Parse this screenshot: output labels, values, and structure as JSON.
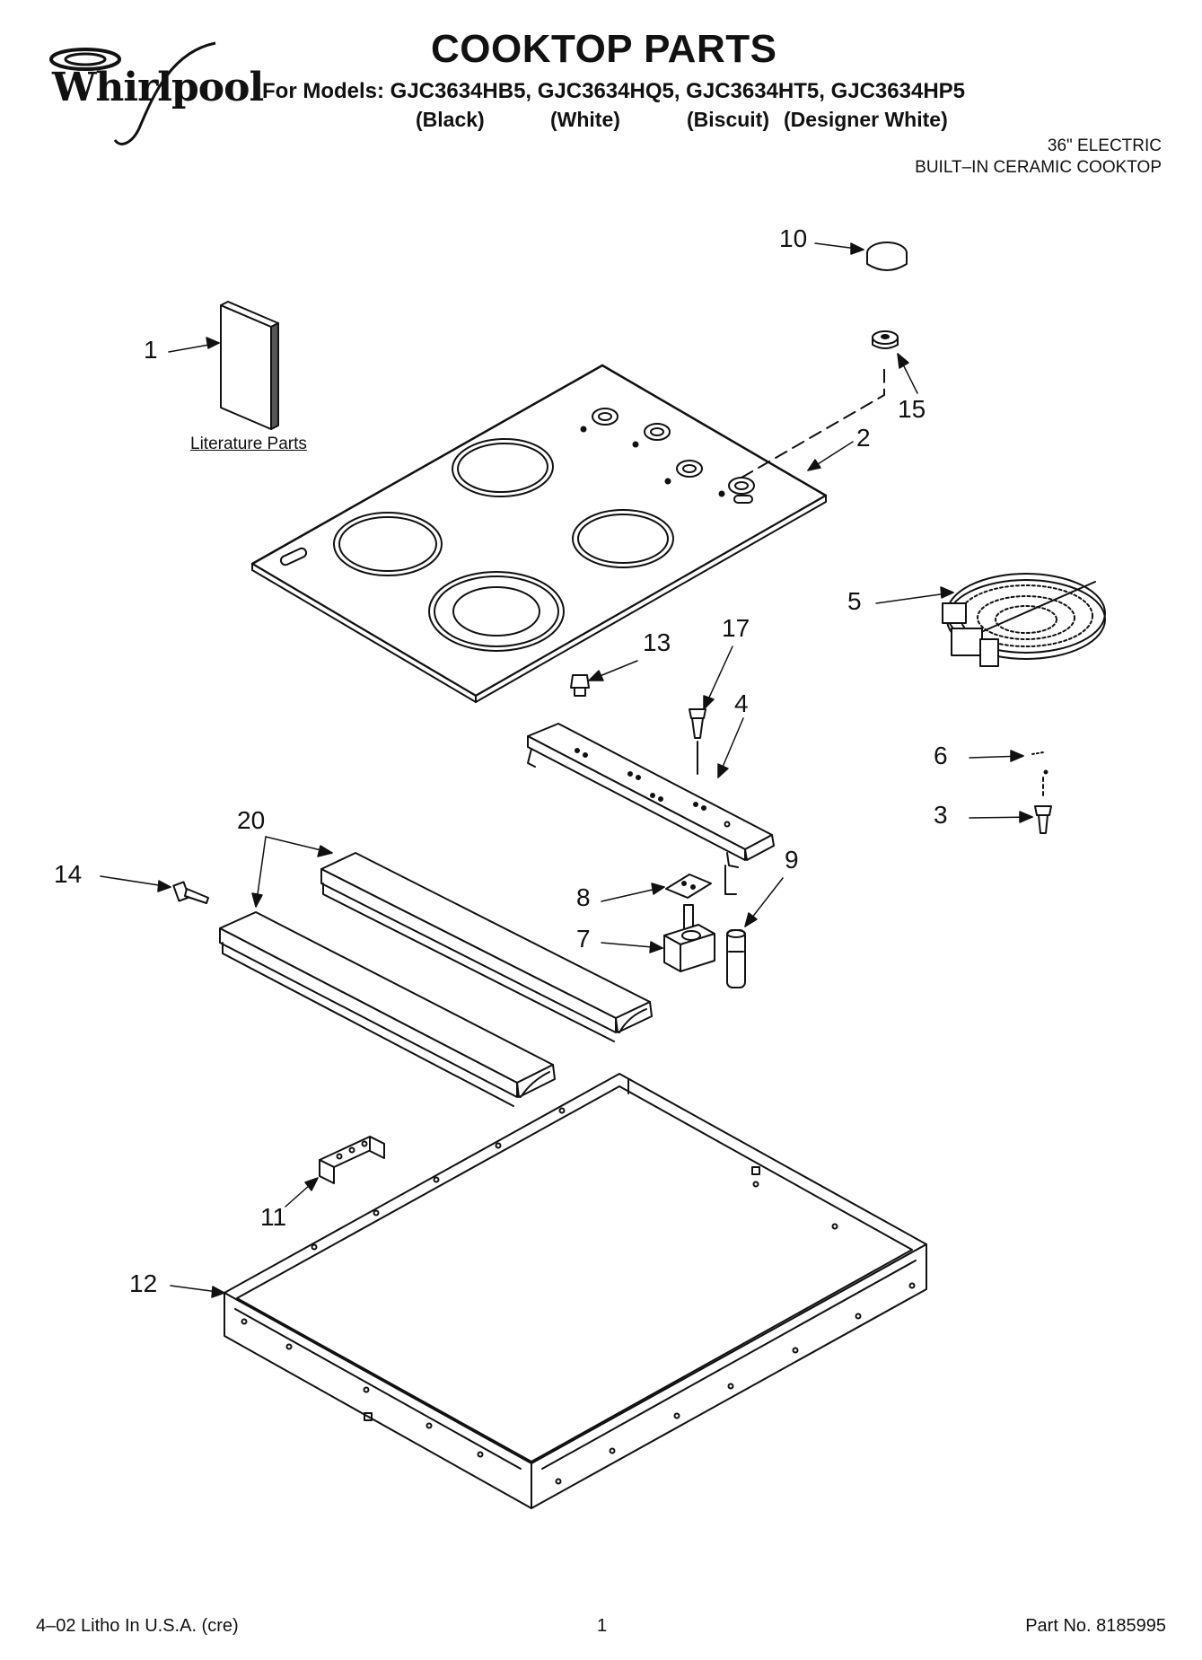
{
  "header": {
    "brand": "Whirlpool",
    "title": "COOKTOP PARTS",
    "models": "For Models: GJC3634HB5, GJC3634HQ5, GJC3634HT5, GJC3634HP5",
    "colors": [
      "(Black)",
      "(White)",
      "(Biscuit)",
      "(Designer White)"
    ],
    "subtitle_line1": "36\" ELECTRIC",
    "subtitle_line2": "BUILT–IN CERAMIC COOKTOP"
  },
  "diagram": {
    "literature_label": "Literature Parts",
    "callouts": [
      "1",
      "2",
      "3",
      "4",
      "5",
      "6",
      "7",
      "8",
      "9",
      "10",
      "11",
      "12",
      "13",
      "14",
      "15",
      "17",
      "20"
    ]
  },
  "footer": {
    "left": "4–02 Litho In U.S.A. (cre)",
    "center": "1",
    "right": "Part No. 8185995"
  }
}
